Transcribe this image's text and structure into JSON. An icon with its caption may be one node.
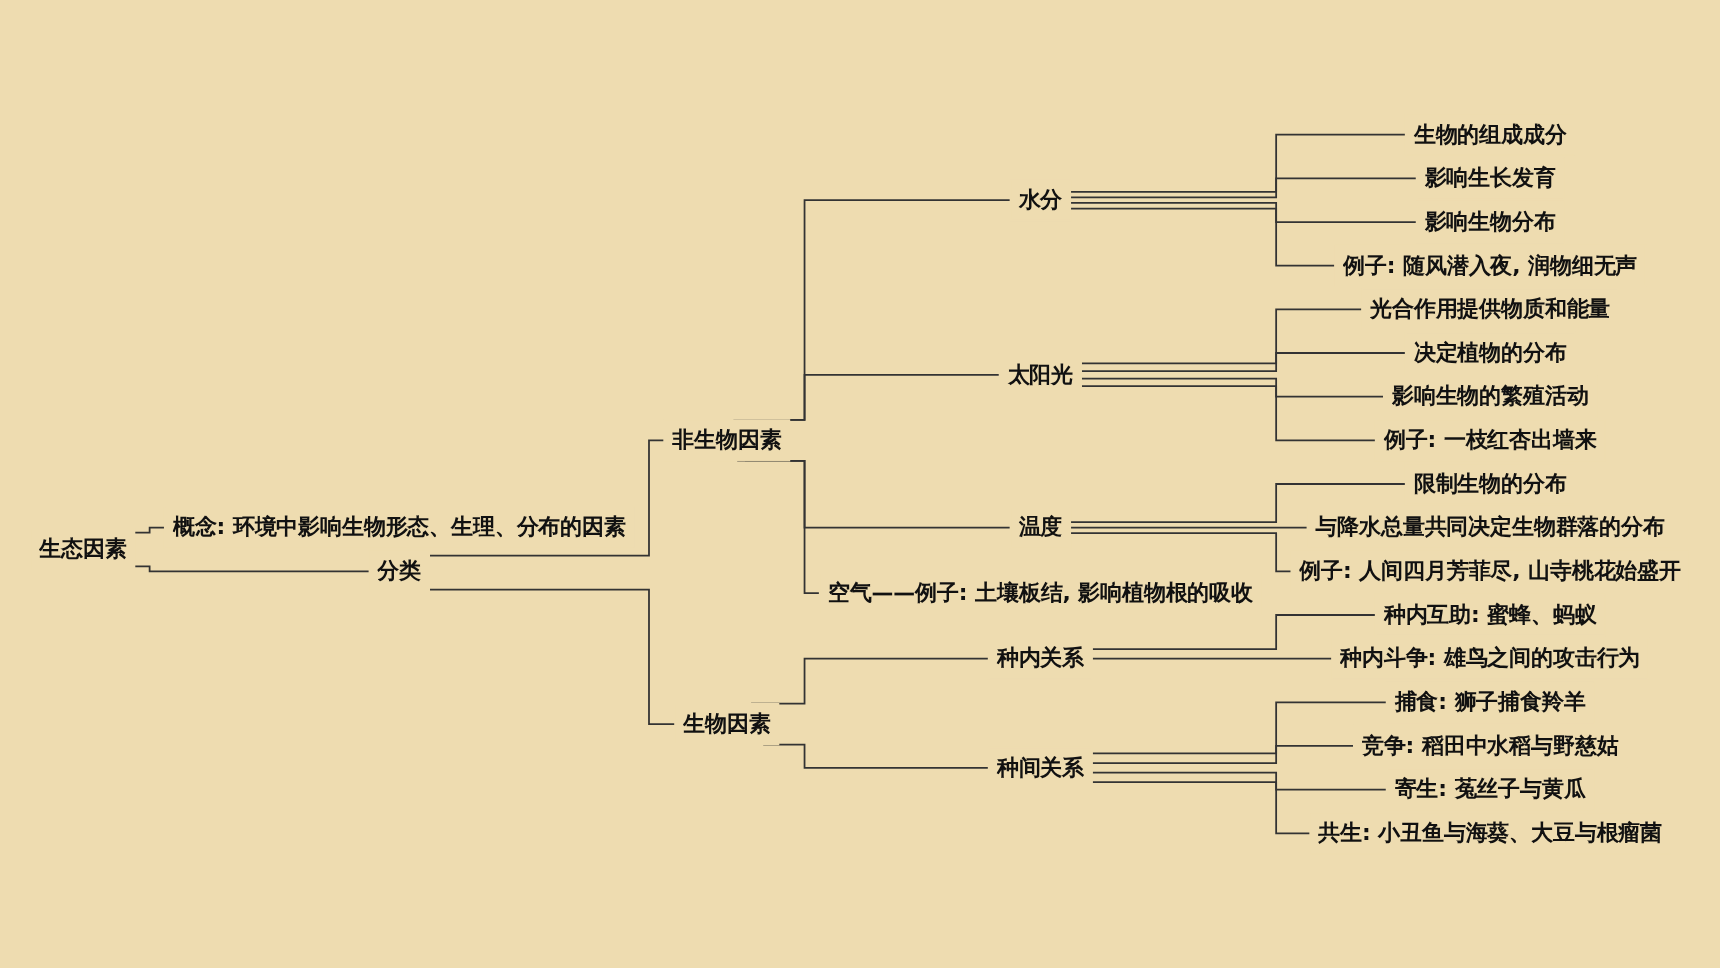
{
  "diagram": {
    "nodes": [
      {
        "text": [
          "生态因素"
        ]
      },
      {
        "text": [
          "概念: 环境中影响生物形态、生理、分布的因素"
        ]
      },
      {
        "text": [
          "分类"
        ]
      },
      {
        "text": [
          "非生物因素"
        ]
      },
      {
        "text": [
          "水分"
        ]
      },
      {
        "text": [
          "生物的组成成分"
        ]
      },
      {
        "text": [
          "影响生长发育"
        ]
      },
      {
        "text": [
          "影响生物分布"
        ]
      },
      {
        "text": [
          "例子: 随风潜入夜, 润物细无声"
        ]
      },
      {
        "text": [
          "太阳光"
        ]
      },
      {
        "text": [
          "光合作用提供物质和能量"
        ]
      },
      {
        "text": [
          "决定植物的分布"
        ]
      },
      {
        "text": [
          "影响生物的繁殖活动"
        ]
      },
      {
        "text": [
          "例子: 一枝红杏出墙来"
        ]
      },
      {
        "text": [
          "温度"
        ]
      },
      {
        "text": [
          "限制生物的分布"
        ]
      },
      {
        "text": [
          "与降水总量共同决定生物群落的分布"
        ]
      },
      {
        "text": [
          "例子: 人间四月芳菲尽, 山寺桃花始盛开"
        ]
      },
      {
        "text": [
          "空气——例子: 土壤板结, 影响植物根的吸收"
        ]
      },
      {
        "text": [
          "生物因素"
        ]
      },
      {
        "text": [
          "种内关系"
        ]
      },
      {
        "text": [
          "种内互助: 蜜蜂、蚂蚁"
        ]
      },
      {
        "text": [
          "种内斗争: 雄鸟之间的攻击行为"
        ]
      },
      {
        "text": [
          "种间关系"
        ]
      },
      {
        "text": [
          "捕食: 狮子捕食羚羊"
        ]
      },
      {
        "text": [
          "竞争: 稻田中水稻与野慈姑"
        ]
      },
      {
        "text": [
          "寄生: 菟丝子与黄瓜"
        ]
      },
      {
        "text": [
          "共生: 小丑鱼与海葵、大豆与根瘤菌"
        ]
      }
    ],
    "edges": [
      {
        "from": 0,
        "to": 1,
        "arrow": "none"
      },
      {
        "from": 0,
        "to": 2,
        "arrow": "none"
      },
      {
        "from": 2,
        "to": 3,
        "arrow": "none"
      },
      {
        "from": 3,
        "to": 4,
        "arrow": "none"
      },
      {
        "from": 4,
        "to": 5,
        "arrow": "none"
      },
      {
        "from": 4,
        "to": 6,
        "arrow": "none"
      },
      {
        "from": 4,
        "to": 7,
        "arrow": "none"
      },
      {
        "from": 4,
        "to": 8,
        "arrow": "none"
      },
      {
        "from": 3,
        "to": 9,
        "arrow": "none"
      },
      {
        "from": 9,
        "to": 10,
        "arrow": "none"
      },
      {
        "from": 9,
        "to": 11,
        "arrow": "none"
      },
      {
        "from": 9,
        "to": 12,
        "arrow": "none"
      },
      {
        "from": 9,
        "to": 13,
        "arrow": "none"
      },
      {
        "from": 3,
        "to": 14,
        "arrow": "none"
      },
      {
        "from": 14,
        "to": 15,
        "arrow": "none"
      },
      {
        "from": 14,
        "to": 16,
        "arrow": "none"
      },
      {
        "from": 14,
        "to": 17,
        "arrow": "none"
      },
      {
        "from": 3,
        "to": 18,
        "arrow": "none"
      },
      {
        "from": 2,
        "to": 19,
        "arrow": "none"
      },
      {
        "from": 19,
        "to": 20,
        "arrow": "none"
      },
      {
        "from": 20,
        "to": 21,
        "arrow": "none"
      },
      {
        "from": 20,
        "to": 22,
        "arrow": "none"
      },
      {
        "from": 19,
        "to": 23,
        "arrow": "none"
      },
      {
        "from": 23,
        "to": 24,
        "arrow": "none"
      },
      {
        "from": 23,
        "to": 25,
        "arrow": "none"
      },
      {
        "from": 23,
        "to": 26,
        "arrow": "none"
      },
      {
        "from": 23,
        "to": 27,
        "arrow": "none"
      }
    ]
  }
}
